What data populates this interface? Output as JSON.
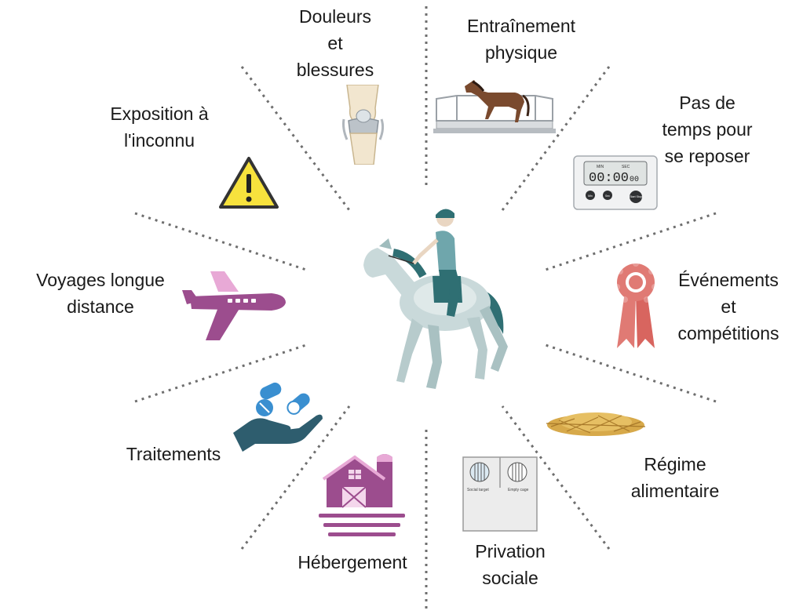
{
  "diagram": {
    "center": {
      "name": "horse-and-rider"
    },
    "factors": [
      {
        "id": "pain",
        "label": "Douleurs\net\nblessures",
        "icon": "knee-joint-icon"
      },
      {
        "id": "training",
        "label": "Entraînement\nphysique",
        "icon": "horse-treadmill-icon"
      },
      {
        "id": "rest",
        "label": "Pas de\ntemps pour\nse reposer",
        "icon": "timer-icon",
        "timer_display": "00:00",
        "timer_small": "00",
        "timer_top": [
          "MIN",
          "SEC"
        ],
        "timer_buttons": [
          "Min",
          "Sec",
          "Start\nStop"
        ]
      },
      {
        "id": "events",
        "label": "Événements\net\ncompétitions",
        "icon": "ribbon-rosette-icon"
      },
      {
        "id": "diet",
        "label": "Régime\nalimentaire",
        "icon": "hay-pile-icon"
      },
      {
        "id": "social",
        "label": "Privation\nsociale",
        "icon": "social-test-cage-icon",
        "cage_left": "Social target",
        "cage_right": "Empty cage"
      },
      {
        "id": "housing",
        "label": "Hébergement",
        "icon": "barn-icon"
      },
      {
        "id": "treatments",
        "label": "Traitements",
        "icon": "hand-with-pills-icon"
      },
      {
        "id": "travel",
        "label": "Voyages longue\ndistance",
        "icon": "airplane-icon"
      },
      {
        "id": "unknown",
        "label": "Exposition à\nl'inconnu",
        "icon": "warning-triangle-icon"
      }
    ]
  },
  "colors": {
    "ray": "#6e6e6e",
    "purple": "#9c4d8e",
    "pink": "#e8a9d6",
    "blue": "#3a8fd0",
    "dark_teal": "#2e5d6e",
    "ribbon": "#e07a74",
    "warning_yellow": "#f7e23d",
    "hay": "#d7a94a",
    "horse_teal": "#6fa6ac",
    "horse_dark": "#2f6f73"
  }
}
